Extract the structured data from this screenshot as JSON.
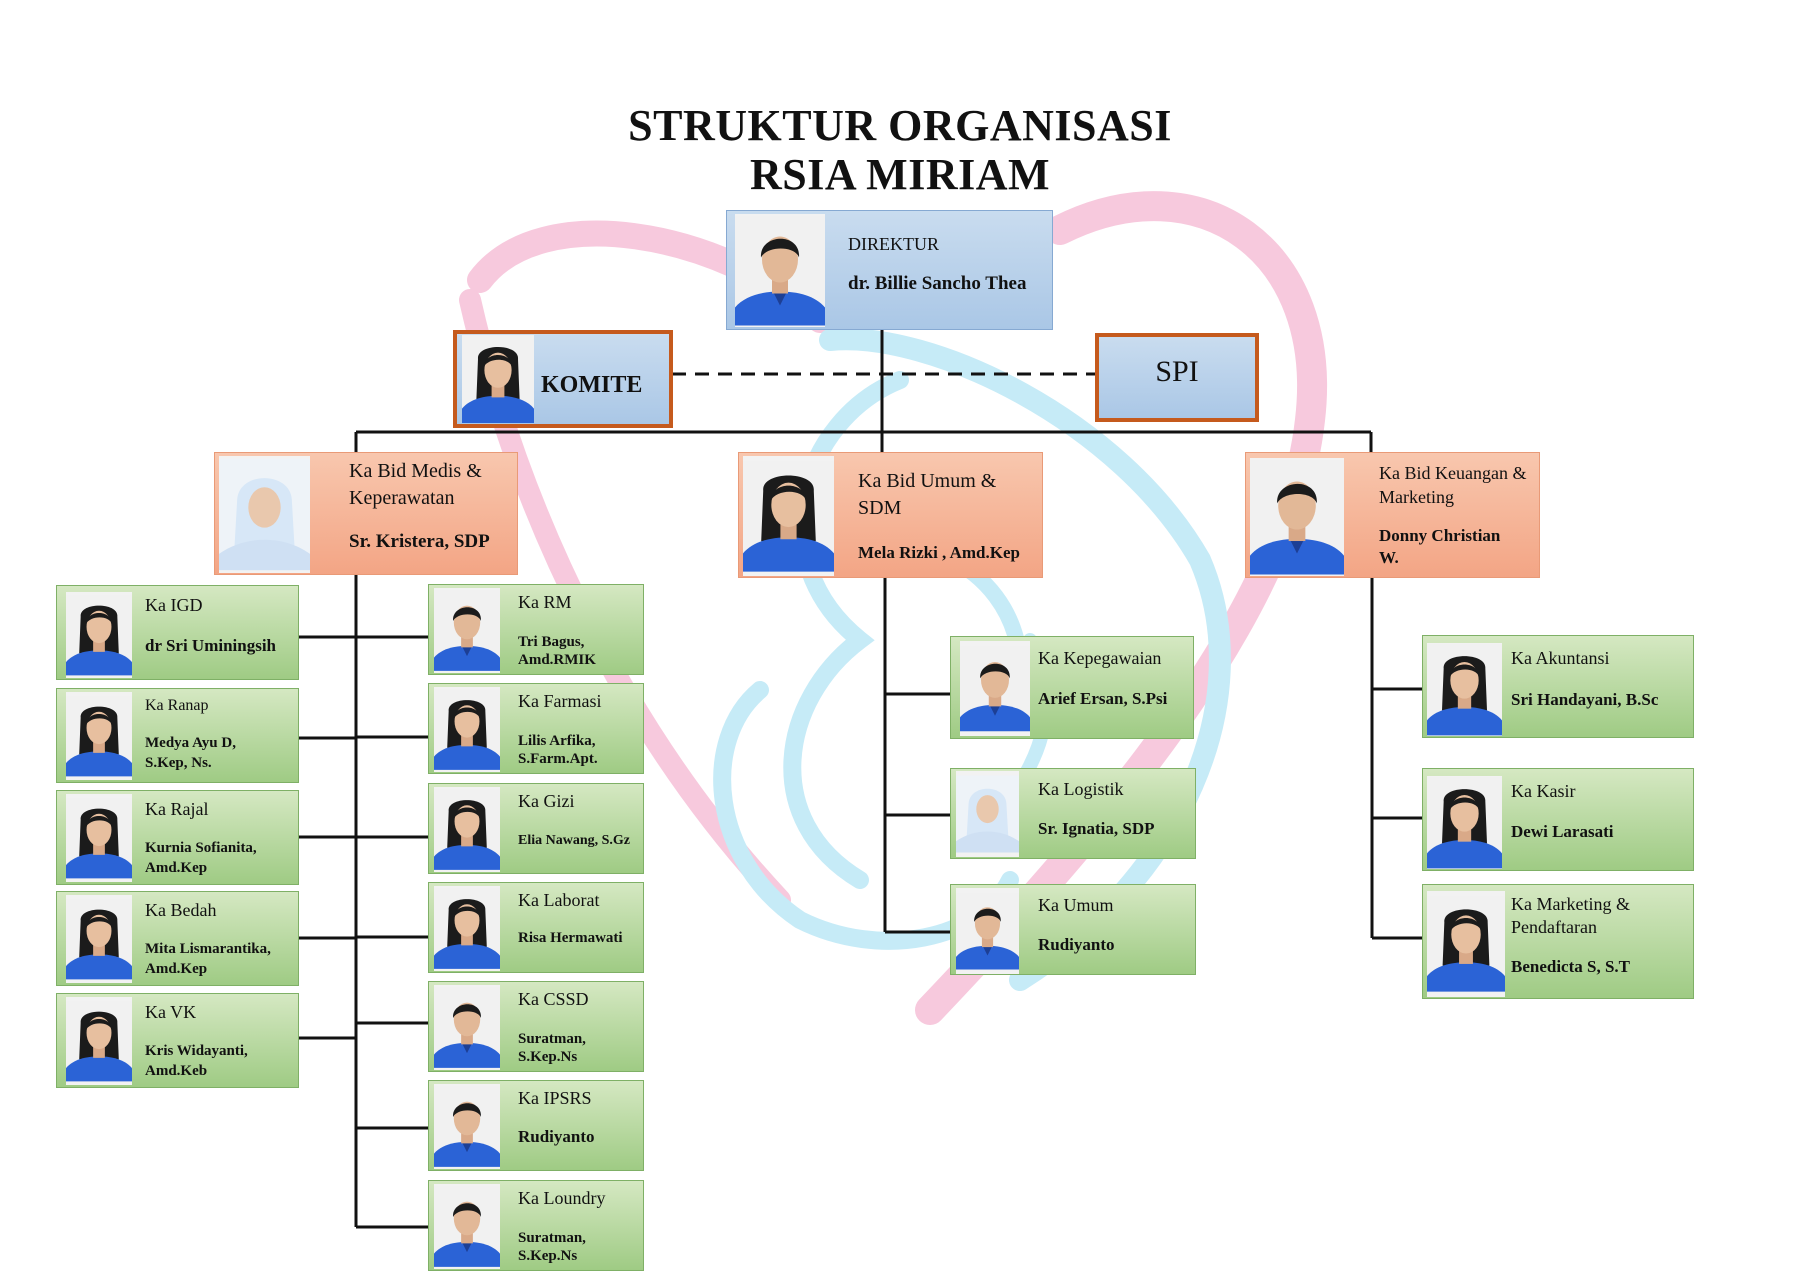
{
  "title": {
    "line1": "STRUKTUR ORGANISASI",
    "line2": "RSIA MIRIAM"
  },
  "director": {
    "role": "DIREKTUR",
    "name": "dr. Billie Sancho Thea"
  },
  "komite": {
    "label": "KOMITE"
  },
  "spi": {
    "label": "SPI"
  },
  "divisions": {
    "medis": {
      "role_line1": "Ka Bid Medis &",
      "role_line2": "Keperawatan",
      "name": "Sr. Kristera, SDP"
    },
    "umum": {
      "role_line1": "Ka Bid Umum &",
      "role_line2": "SDM",
      "name": "Mela Rizki , Amd.Kep"
    },
    "keuangan": {
      "role_line1": "Ka Bid Keuangan &",
      "role_line2": "Marketing",
      "name_line1": "Donny Christian",
      "name_line2": "W."
    }
  },
  "medis_left": [
    {
      "role": "Ka IGD",
      "name1": "dr Sri Uminingsih",
      "name2": ""
    },
    {
      "role": "Ka Ranap",
      "name1": "Medya Ayu D,",
      "name2": "S.Kep, Ns."
    },
    {
      "role": "Ka Rajal",
      "name1": "Kurnia Sofianita,",
      "name2": "Amd.Kep"
    },
    {
      "role": "Ka Bedah",
      "name1": "Mita Lismarantika,",
      "name2": "Amd.Kep"
    },
    {
      "role": "Ka VK",
      "name1": "Kris Widayanti,",
      "name2": "Amd.Keb"
    }
  ],
  "medis_right": [
    {
      "role": "Ka RM",
      "name1": "Tri Bagus,",
      "name2": "Amd.RMIK"
    },
    {
      "role": "Ka Farmasi",
      "name1": "Lilis Arfika,",
      "name2": "S.Farm.Apt."
    },
    {
      "role": "Ka Gizi",
      "name1": "Elia Nawang, S.Gz",
      "name2": ""
    },
    {
      "role": "Ka Laborat",
      "name1": "Risa Hermawati",
      "name2": ""
    },
    {
      "role": "Ka CSSD",
      "name1": "Suratman,",
      "name2": "S.Kep.Ns"
    },
    {
      "role": "Ka IPSRS",
      "name1": "Rudiyanto",
      "name2": ""
    },
    {
      "role": "Ka Loundry",
      "name1": "Suratman,",
      "name2": "S.Kep.Ns"
    }
  ],
  "umum_units": [
    {
      "role": "Ka Kepegawaian",
      "name1": "Arief Ersan, S.Psi",
      "name2": ""
    },
    {
      "role": "Ka Logistik",
      "name1": "Sr. Ignatia, SDP",
      "name2": ""
    },
    {
      "role": "Ka Umum",
      "name1": "Rudiyanto",
      "name2": ""
    }
  ],
  "keuangan_units": [
    {
      "role": "Ka Akuntansi",
      "role2": "",
      "name1": "Sri Handayani, B.Sc"
    },
    {
      "role": "Ka Kasir",
      "role2": "",
      "name1": "Dewi Larasati"
    },
    {
      "role": "Ka Marketing &",
      "role2": "Pendaftaran",
      "name1": "Benedicta S, S.T"
    }
  ],
  "colors": {
    "director_box": "#aac7e6",
    "division_box": "#f3a585",
    "unit_box": "#9fcb84",
    "frame": "#c55a1d",
    "uniform": "#2b63d6",
    "watermark_pink": "#f6c3da",
    "watermark_blue": "#bfe8f6"
  },
  "icons": {
    "portrait": "person-portrait-icon",
    "watermark": "heart-logo-watermark"
  }
}
